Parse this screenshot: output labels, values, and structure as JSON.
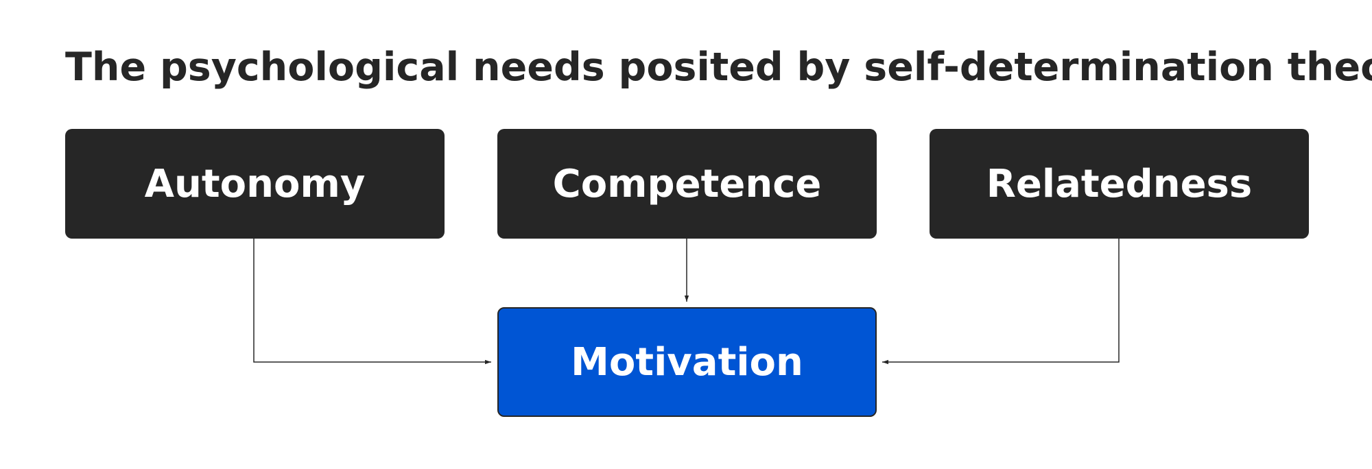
{
  "title": "The psychological needs posited by self-determination theory",
  "needs": [
    {
      "label": "Autonomy"
    },
    {
      "label": "Competence"
    },
    {
      "label": "Relatedness"
    }
  ],
  "outcome": {
    "label": "Motivation",
    "color": "#0055D4"
  },
  "colors": {
    "need_box": "#262626",
    "text_on_box": "#FFFFFF",
    "title_text": "#262626",
    "connector": "#262626"
  }
}
